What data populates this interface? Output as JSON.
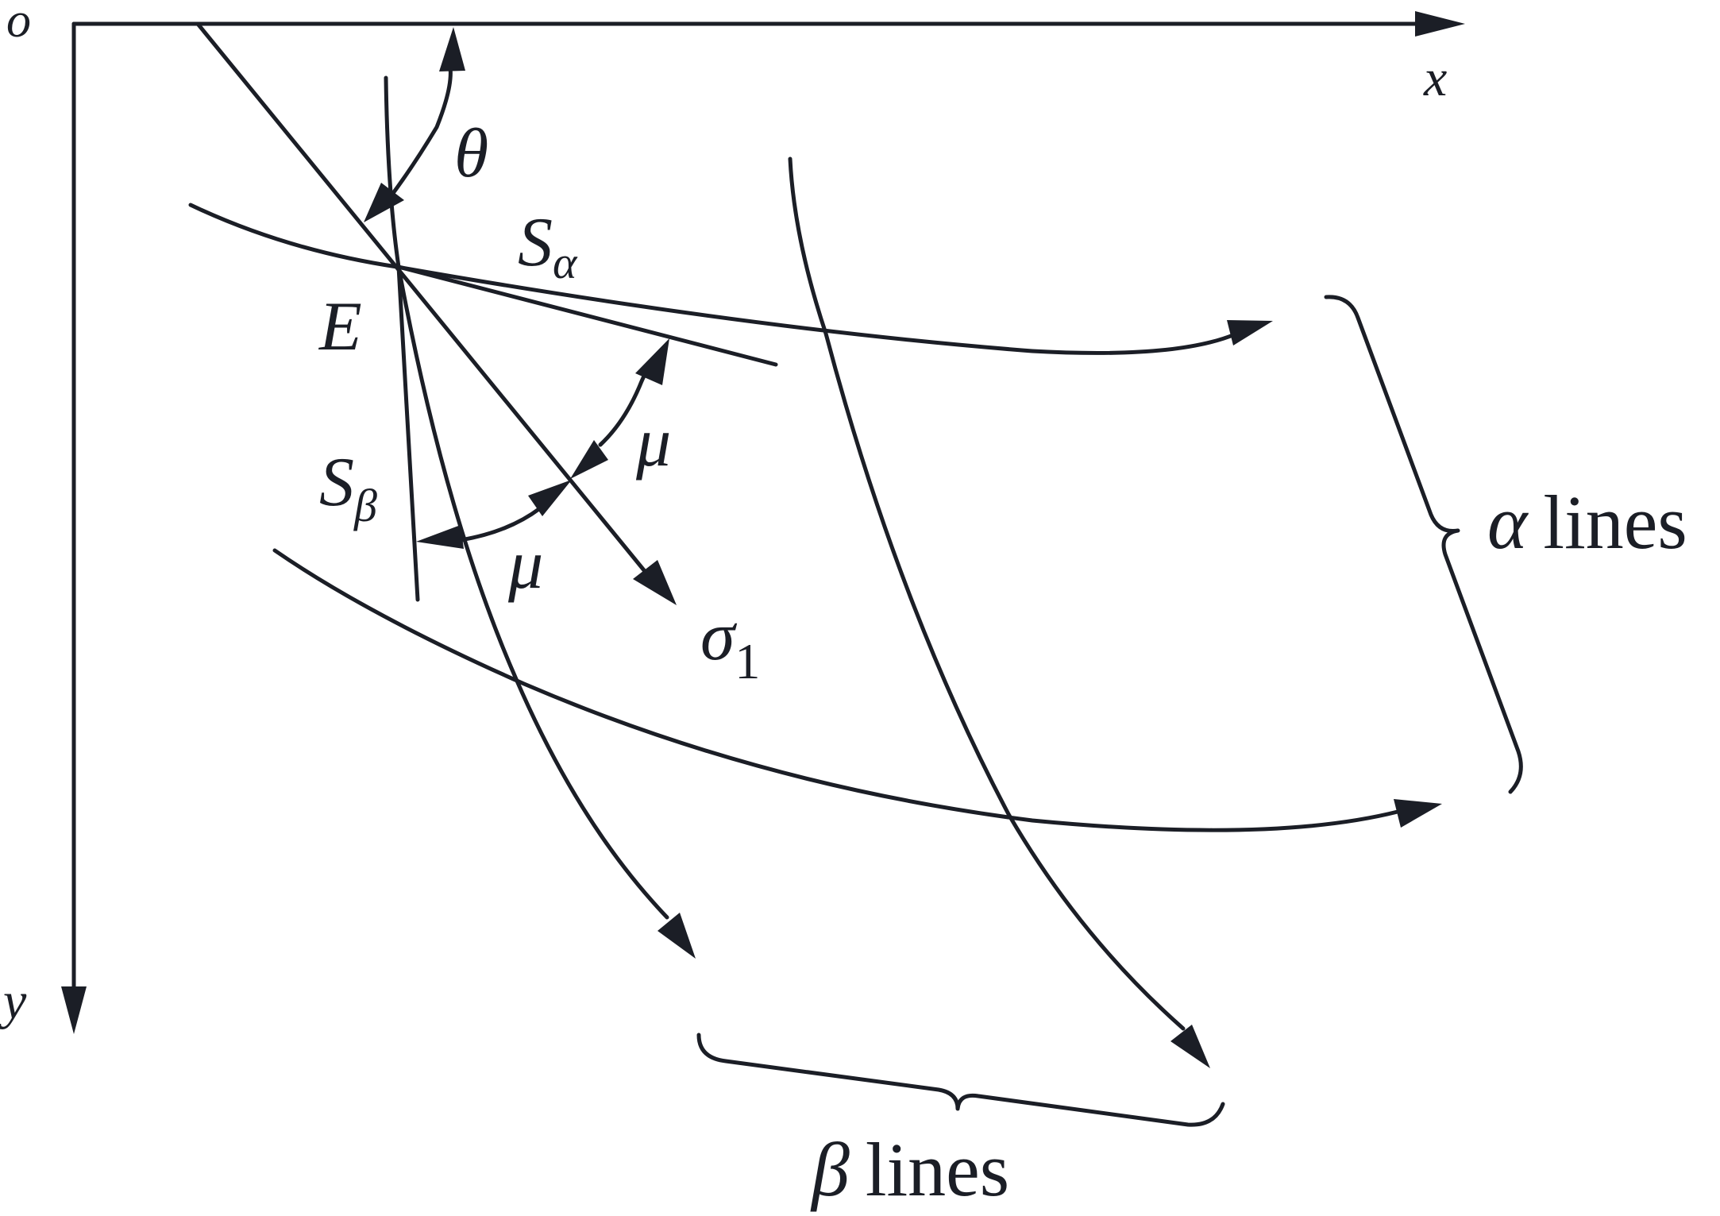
{
  "axes": {
    "origin": "o",
    "x": "x",
    "y": "y"
  },
  "angles": {
    "theta": "θ",
    "mu": "μ"
  },
  "point": {
    "E": "E"
  },
  "stresses": {
    "s_alpha": {
      "base": "S",
      "sub": "α"
    },
    "s_beta": {
      "base": "S",
      "sub": "β"
    },
    "sigma1": {
      "base": "σ",
      "sub": "1"
    }
  },
  "families": {
    "alpha": {
      "symbol": "α",
      "word": "lines"
    },
    "beta": {
      "symbol": "β",
      "word": "lines"
    }
  },
  "colors": {
    "ink": "#1b1e26",
    "background": "#ffffff"
  }
}
